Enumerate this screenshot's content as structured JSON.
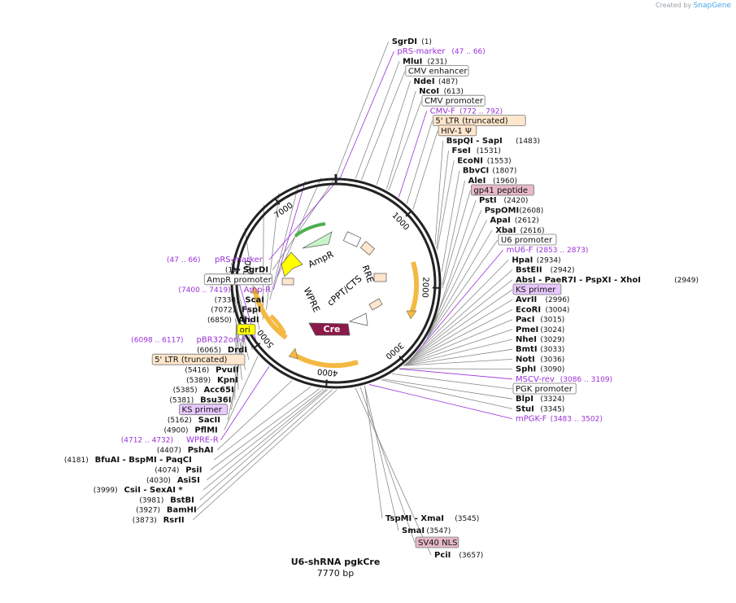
{
  "credit": {
    "prefix": "Created by",
    "brand": "SnapGene"
  },
  "plasmid": {
    "name": "U6-shRNA pgkCre",
    "length_label": "7770 bp",
    "length_bp": 7770
  },
  "colors": {
    "enzyme": "#111111",
    "primer": "#9b30d9",
    "line": "#8a8a8a",
    "backbone": "#222222",
    "feature_box": "#ffe6cc",
    "peptide_box": "#e6b8c8",
    "primer_box": "#e9c8ff",
    "ori_box": "#ffff00",
    "cre": "#8b1a4a",
    "ampr": "#c8f5c8",
    "ori": "#ffff00",
    "misc": "#f4b942"
  },
  "ticks": [
    "1000",
    "2000",
    "3000",
    "4000",
    "5000",
    "6000",
    "7000"
  ],
  "labels": [
    {
      "name": "MluI",
      "pos": "(231)",
      "kind": "enzyme",
      "bp": 231
    },
    {
      "name": "CMV enhancer",
      "kind": "boxed",
      "bp": 300
    },
    {
      "name": "NdeI",
      "pos": "(487)",
      "kind": "enzyme",
      "bp": 487
    },
    {
      "name": "NcoI",
      "pos": "(613)",
      "kind": "enzyme",
      "bp": 613
    },
    {
      "name": "CMV promoter",
      "kind": "boxed",
      "bp": 640
    },
    {
      "name": "CMV-F",
      "pos": "(772 .. 792)",
      "kind": "primer",
      "bp": 782
    },
    {
      "name": "5' LTR (truncated)",
      "kind": "feature",
      "bp": 900
    },
    {
      "name": "HIV-1 Ψ",
      "kind": "feature",
      "bp": 1000
    },
    {
      "name": "BspQI  - SapI",
      "pos": "(1483)",
      "kind": "enzyme",
      "bp": 1483
    },
    {
      "name": "FseI",
      "pos": "(1531)",
      "kind": "enzyme",
      "bp": 1531
    },
    {
      "name": "EcoNI",
      "pos": "(1553)",
      "kind": "enzyme",
      "bp": 1553
    },
    {
      "name": "BbvCI",
      "pos": "(1807)",
      "kind": "enzyme",
      "bp": 1807
    },
    {
      "name": "AleI",
      "pos": "(1960)",
      "kind": "enzyme",
      "bp": 1960
    },
    {
      "name": "gp41 peptide",
      "kind": "peptide",
      "bp": 2000
    },
    {
      "name": "PstI",
      "pos": "(2420)",
      "kind": "enzyme",
      "bp": 2420
    },
    {
      "name": "PspOMI",
      "pos": "(2608)",
      "kind": "enzyme",
      "bp": 2608
    },
    {
      "name": "ApaI",
      "pos": "(2612)",
      "kind": "enzyme",
      "bp": 2612
    },
    {
      "name": "XbaI",
      "pos": "(2616)",
      "kind": "enzyme",
      "bp": 2616
    },
    {
      "name": "U6 promoter",
      "kind": "boxed",
      "bp": 2700
    },
    {
      "name": "mU6-F",
      "pos": "(2853 .. 2873)",
      "kind": "primer",
      "bp": 2863
    },
    {
      "name": "HpaI",
      "pos": "(2934)",
      "kind": "enzyme",
      "bp": 2934
    },
    {
      "name": "BstEII",
      "pos": "(2942)",
      "kind": "enzyme",
      "bp": 2942
    },
    {
      "name": "AbsI  - PaeR7I  - PspXI  - XhoI",
      "pos": "(2949)",
      "kind": "enzyme",
      "bp": 2949
    },
    {
      "name": "KS primer",
      "kind": "primerbox",
      "bp": 2970
    },
    {
      "name": "AvrII",
      "pos": "(2996)",
      "kind": "enzyme",
      "bp": 2996
    },
    {
      "name": "EcoRI",
      "pos": "(3004)",
      "kind": "enzyme",
      "bp": 3004
    },
    {
      "name": "PacI",
      "pos": "(3015)",
      "kind": "enzyme",
      "bp": 3015
    },
    {
      "name": "PmeI",
      "pos": "(3024)",
      "kind": "enzyme",
      "bp": 3024
    },
    {
      "name": "NheI",
      "pos": "(3029)",
      "kind": "enzyme",
      "bp": 3029
    },
    {
      "name": "BmtI",
      "pos": "(3033)",
      "kind": "enzyme",
      "bp": 3033
    },
    {
      "name": "NotI",
      "pos": "(3036)",
      "kind": "enzyme",
      "bp": 3036
    },
    {
      "name": "SphI",
      "pos": "(3090)",
      "kind": "enzyme",
      "bp": 3090
    },
    {
      "name": "MSCV-rev",
      "pos": "(3086 .. 3109)",
      "kind": "primer",
      "bp": 3097
    },
    {
      "name": "PGK promoter",
      "kind": "boxed",
      "bp": 3200
    },
    {
      "name": "BlpI",
      "pos": "(3324)",
      "kind": "enzyme",
      "bp": 3324
    },
    {
      "name": "StuI",
      "pos": "(3345)",
      "kind": "enzyme",
      "bp": 3345
    },
    {
      "name": "mPGK-F",
      "pos": "(3483 .. 3502)",
      "kind": "primer",
      "bp": 3492
    },
    {
      "name": "TspMI  - XmaI",
      "pos": "(3545)",
      "kind": "enzyme",
      "bp": 3545
    },
    {
      "name": "SmaI",
      "pos": "(3547)",
      "kind": "enzyme",
      "bp": 3547
    },
    {
      "name": "SV40 NLS",
      "kind": "peptide",
      "bp": 3600
    },
    {
      "name": "PciI",
      "pos": "(3657)",
      "kind": "enzyme",
      "bp": 3657
    },
    {
      "name": "RsrII",
      "pos": "(3873)",
      "kind": "enzyme",
      "bp": 3873
    },
    {
      "name": "BamHI",
      "pos": "(3927)",
      "kind": "enzyme",
      "bp": 3927
    },
    {
      "name": "BstBI",
      "pos": "(3981)",
      "kind": "enzyme",
      "bp": 3981
    },
    {
      "name": "CsiI  - SexAI *",
      "pos": "(3999)",
      "kind": "enzyme",
      "bp": 3999
    },
    {
      "name": "AsiSI",
      "pos": "(4030)",
      "kind": "enzyme",
      "bp": 4030
    },
    {
      "name": "PsiI",
      "pos": "(4074)",
      "kind": "enzyme",
      "bp": 4074
    },
    {
      "name": "BfuAI  - BspMI  - PaqCI",
      "pos": "(4181)",
      "kind": "enzyme",
      "bp": 4181
    },
    {
      "name": "PshAI",
      "pos": "(4407)",
      "kind": "enzyme",
      "bp": 4407
    },
    {
      "name": "WPRE-R",
      "pos": "(4712 .. 4732)",
      "kind": "primer",
      "bp": 4722
    },
    {
      "name": "PflMI",
      "pos": "(4900)",
      "kind": "enzyme",
      "bp": 4900
    },
    {
      "name": "SacII",
      "pos": "(5162)",
      "kind": "enzyme",
      "bp": 5162
    },
    {
      "name": "KS primer",
      "kind": "primerbox",
      "bp": 5200
    },
    {
      "name": "Bsu36I",
      "pos": "(5381)",
      "kind": "enzyme",
      "bp": 5381
    },
    {
      "name": "Acc65I",
      "pos": "(5385)",
      "kind": "enzyme",
      "bp": 5385
    },
    {
      "name": "KpnI",
      "pos": "(5389)",
      "kind": "enzyme",
      "bp": 5389
    },
    {
      "name": "PvuII",
      "pos": "(5416)",
      "kind": "enzyme",
      "bp": 5416
    },
    {
      "name": "5' LTR (truncated)",
      "kind": "feature",
      "bp": 5900
    },
    {
      "name": "DrdI",
      "pos": "(6065)",
      "kind": "enzyme",
      "bp": 6065
    },
    {
      "name": "pBR322ori-F",
      "pos": "(6098 .. 6117)",
      "kind": "primer",
      "bp": 6107
    },
    {
      "name": "ori",
      "kind": "oribox",
      "bp": 6500
    },
    {
      "name": "AhdI",
      "pos": "(6850)",
      "kind": "enzyme",
      "bp": 6850
    },
    {
      "name": "FspI",
      "pos": "(7072)",
      "kind": "enzyme",
      "bp": 7072
    },
    {
      "name": "ScaI",
      "pos": "(7330)",
      "kind": "enzyme",
      "bp": 7330
    },
    {
      "name": "Amp-R",
      "pos": "(7400 .. 7419)",
      "kind": "primer",
      "bp": 7410
    },
    {
      "name": "AmpR promoter",
      "kind": "boxed",
      "bp": 7600
    },
    {
      "name": "SgrDI",
      "pos": "(1)",
      "kind": "enzyme",
      "bp": 1
    },
    {
      "name": "pRS-marker",
      "pos": "(47 .. 66)",
      "kind": "primer",
      "bp": 56
    }
  ],
  "features": [
    {
      "name": "AmpR",
      "kind": "ampr"
    },
    {
      "name": "RRE",
      "kind": "misc"
    },
    {
      "name": "cPPT/CTS",
      "kind": "misc"
    },
    {
      "name": "Cre",
      "kind": "cre"
    },
    {
      "name": "WPRE",
      "kind": "misc"
    }
  ]
}
